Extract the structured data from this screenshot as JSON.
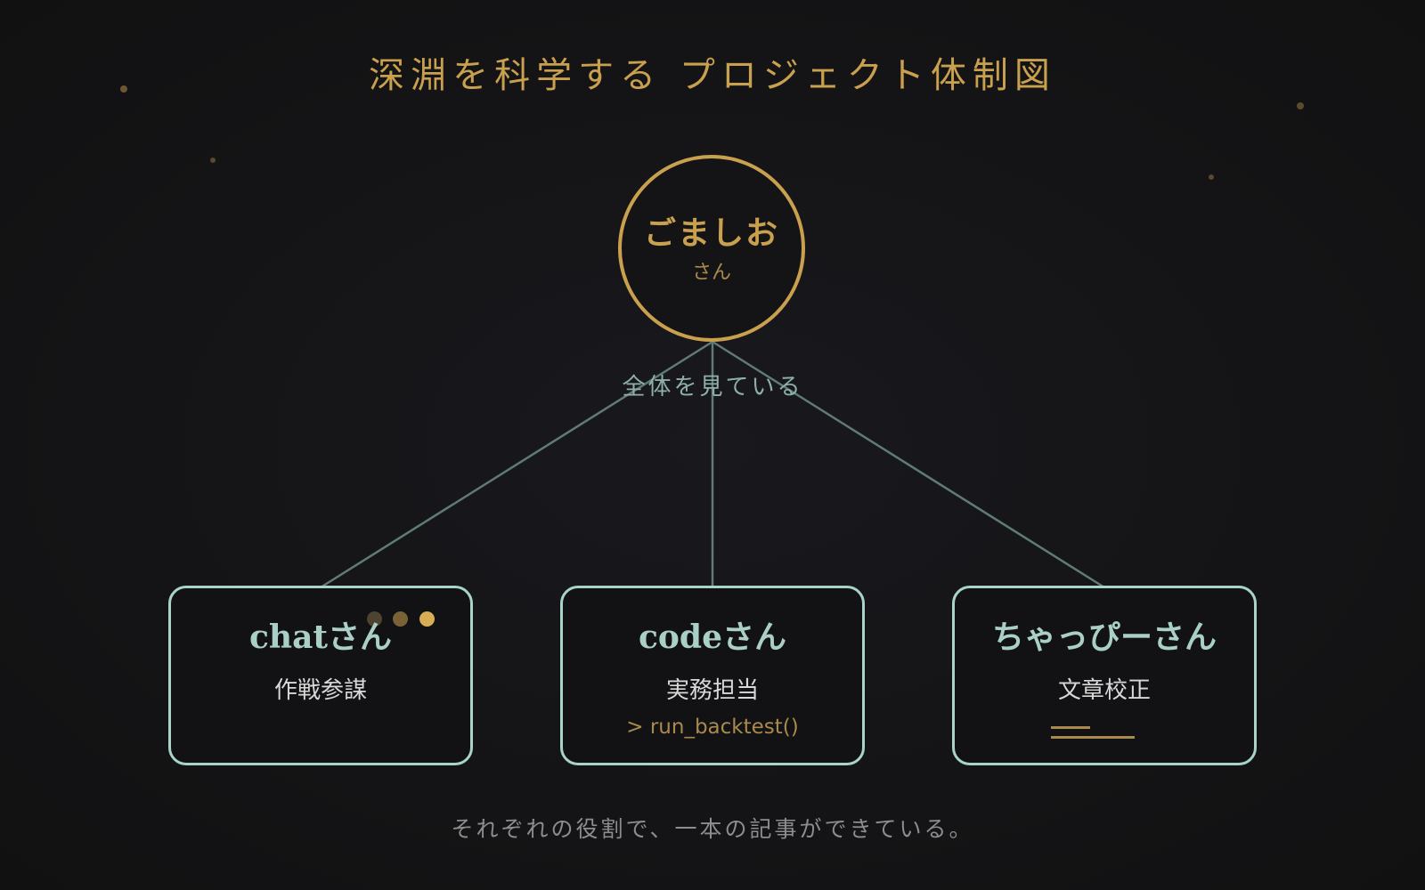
{
  "title": "深淵を科学する プロジェクト体制図",
  "leader": {
    "name": "ごましお",
    "suffix": "さん",
    "role": "全体を見ている"
  },
  "members": [
    {
      "name": "chatさん",
      "role": "作戦参謀",
      "decoration": "typing-dots"
    },
    {
      "name": "codeさん",
      "role": "実務担当",
      "code": "> run_backtest()"
    },
    {
      "name": "ちゃっぴーさん",
      "role": "文章校正",
      "decoration": "document-lines"
    }
  ],
  "footer": "それぞれの役割で、一本の記事ができている。",
  "colors": {
    "background": "#141416",
    "gold": "#c9a04e",
    "gold_bright": "#d8ae55",
    "gold_muted": "#7a6236",
    "teal_border": "#a9d3c9",
    "teal_text": "#a9cfc6",
    "connector": "#5f7b76",
    "member_role_text": "#d8d8d8",
    "footer_text": "#8d8d8d"
  }
}
